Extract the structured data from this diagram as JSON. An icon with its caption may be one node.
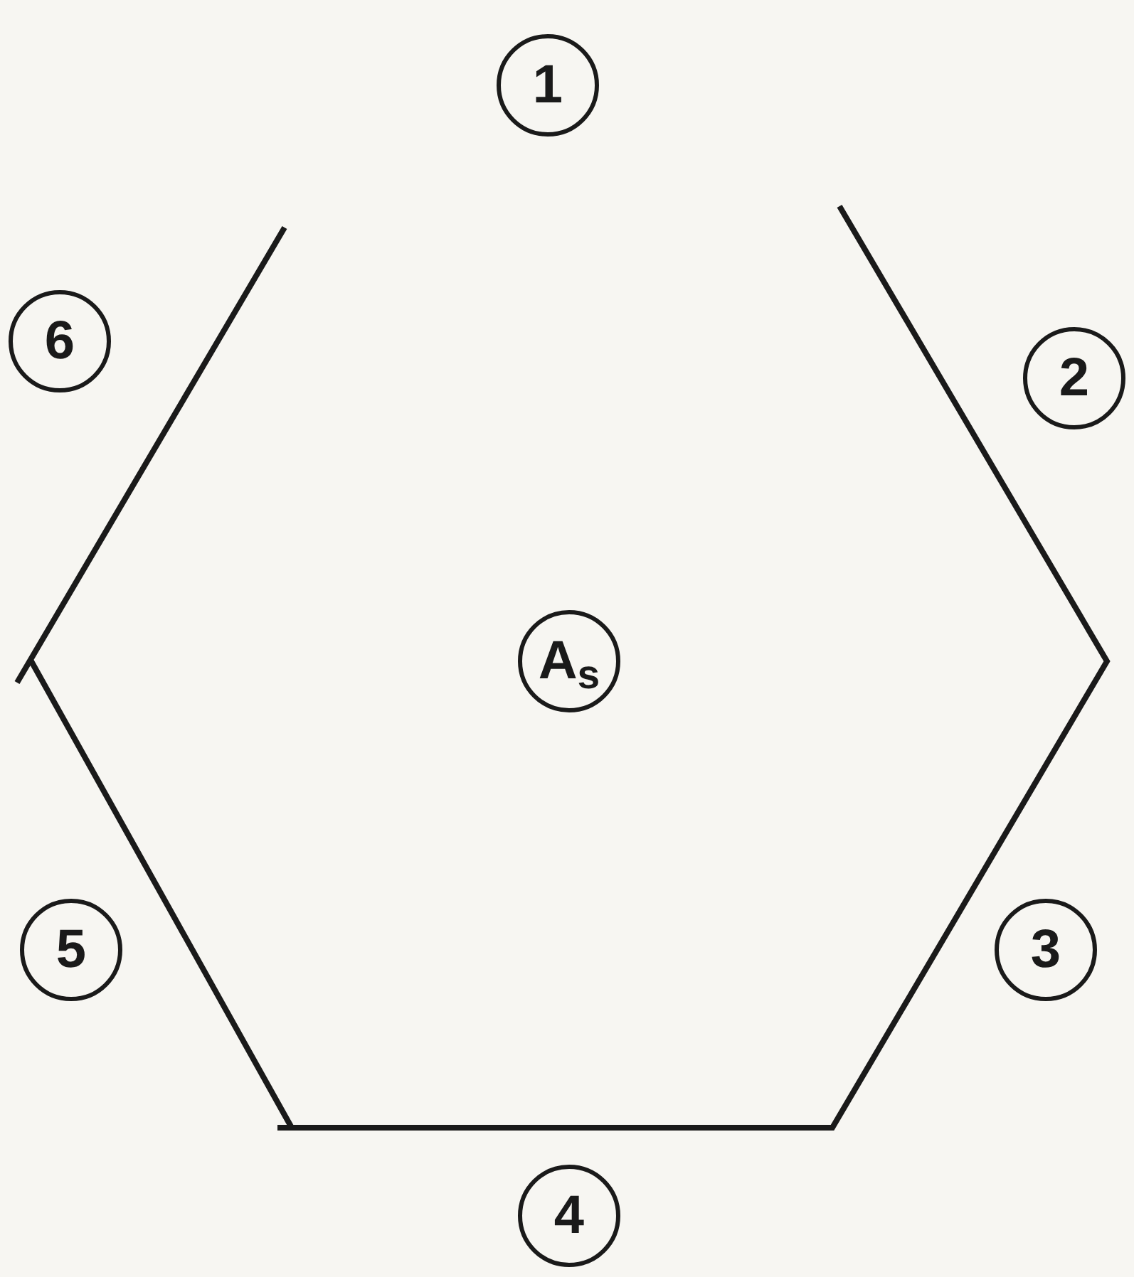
{
  "diagram": {
    "nodes": [
      {
        "text": [
          "1"
        ]
      },
      {
        "text": [
          "6"
        ]
      },
      {
        "text": [
          "2"
        ]
      },
      {
        "text": [
          "A$_{s}$"
        ]
      },
      {
        "text": [
          "5"
        ]
      },
      {
        "text": [
          "3"
        ]
      },
      {
        "text": [
          "4"
        ]
      }
    ]
  }
}
